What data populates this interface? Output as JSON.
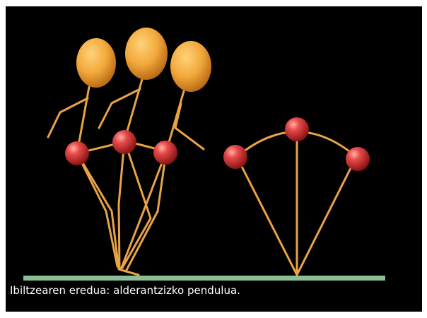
{
  "caption": "Ibiltzearen eredua: alderantzizko pendulua.",
  "colors": {
    "background": "#000000",
    "frame": "#ffffff",
    "limb": "#e8a347",
    "head": "#f2a93b",
    "joint_ball": "#e23a3a",
    "ground": "#8bbd96",
    "caption_text": "#ffffff"
  },
  "figure_contents": {
    "walker_figures": 3,
    "pendulum_balls": 3
  }
}
